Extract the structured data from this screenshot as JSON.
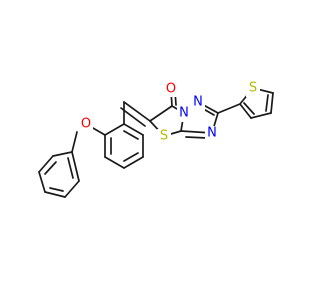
{
  "colors": {
    "bond": "#1a1a1a",
    "carbon": "#1a1a1a",
    "oxygen": "#ff0000",
    "nitrogen": "#0000ff",
    "sulfur": "#b8b800"
  },
  "atoms": {
    "O_carbonyl": {
      "element": "O",
      "label": "O"
    },
    "N_bridge": {
      "element": "N",
      "label": "N"
    },
    "N_triazole": {
      "element": "N",
      "label": "N"
    },
    "N_lower": {
      "element": "N",
      "label": "N"
    },
    "S_thiazole": {
      "element": "S",
      "label": "S"
    },
    "S_thiophene": {
      "element": "S",
      "label": "S"
    },
    "O_ether": {
      "element": "O",
      "label": "O"
    }
  }
}
